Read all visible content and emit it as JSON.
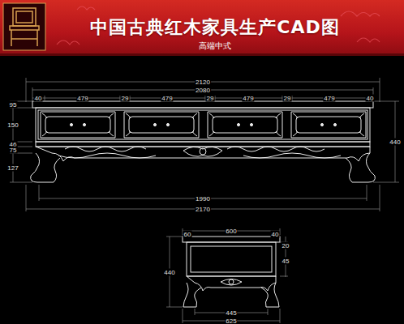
{
  "diagram": {
    "title": "中国古典红木家具生产CAD图",
    "labels": [
      "高端中式",
      "2120",
      "2080",
      "40",
      "479",
      "29",
      "479",
      "29",
      "479",
      "29",
      "479",
      "40",
      "95",
      "150",
      "46",
      "75",
      "127",
      "440",
      "1990",
      "2170",
      "600",
      "60",
      "40",
      "440",
      "20",
      "45",
      "445",
      "625"
    ]
  }
}
